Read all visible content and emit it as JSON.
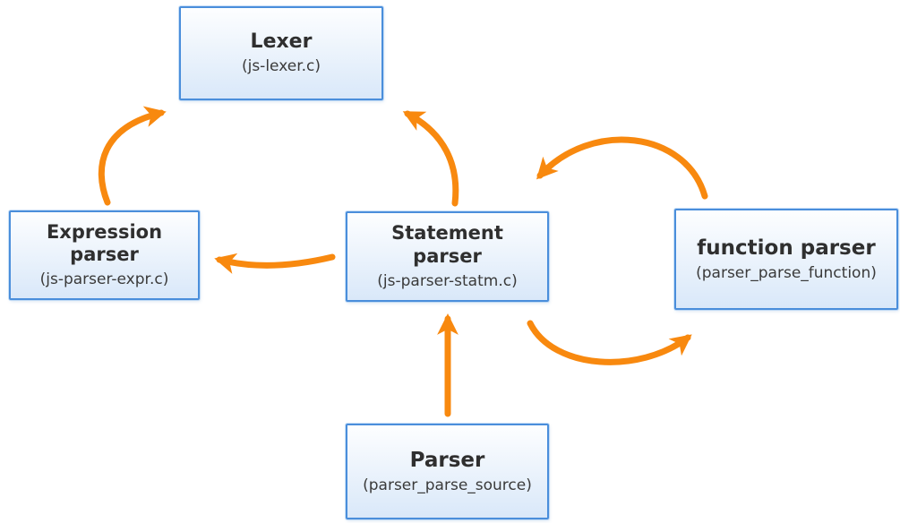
{
  "colors": {
    "arrow_orange": "#f8890f",
    "node_border_blue": "#4a8edb",
    "node_fill_top": "#fdfeff",
    "node_fill_bottom": "#d9e8f9",
    "text": "#333333",
    "background": "#ffffff"
  },
  "diagram": {
    "nodes": [
      {
        "id": "lexer",
        "title": "Lexer",
        "subtitle": "(js-lexer.c)"
      },
      {
        "id": "expression-parser",
        "title": "Expression parser",
        "subtitle": "(js-parser-expr.c)"
      },
      {
        "id": "statement-parser",
        "title": "Statement parser",
        "subtitle": "(js-parser-statm.c)"
      },
      {
        "id": "function-parser",
        "title": "function parser",
        "subtitle": "(parser_parse_function)"
      },
      {
        "id": "parser",
        "title": "Parser",
        "subtitle": "(parser_parse_source)"
      }
    ],
    "edges": [
      {
        "from": "expression-parser",
        "to": "lexer"
      },
      {
        "from": "statement-parser",
        "to": "lexer"
      },
      {
        "from": "statement-parser",
        "to": "expression-parser"
      },
      {
        "from": "function-parser",
        "to": "statement-parser"
      },
      {
        "from": "statement-parser",
        "to": "function-parser"
      },
      {
        "from": "parser",
        "to": "statement-parser"
      }
    ]
  }
}
